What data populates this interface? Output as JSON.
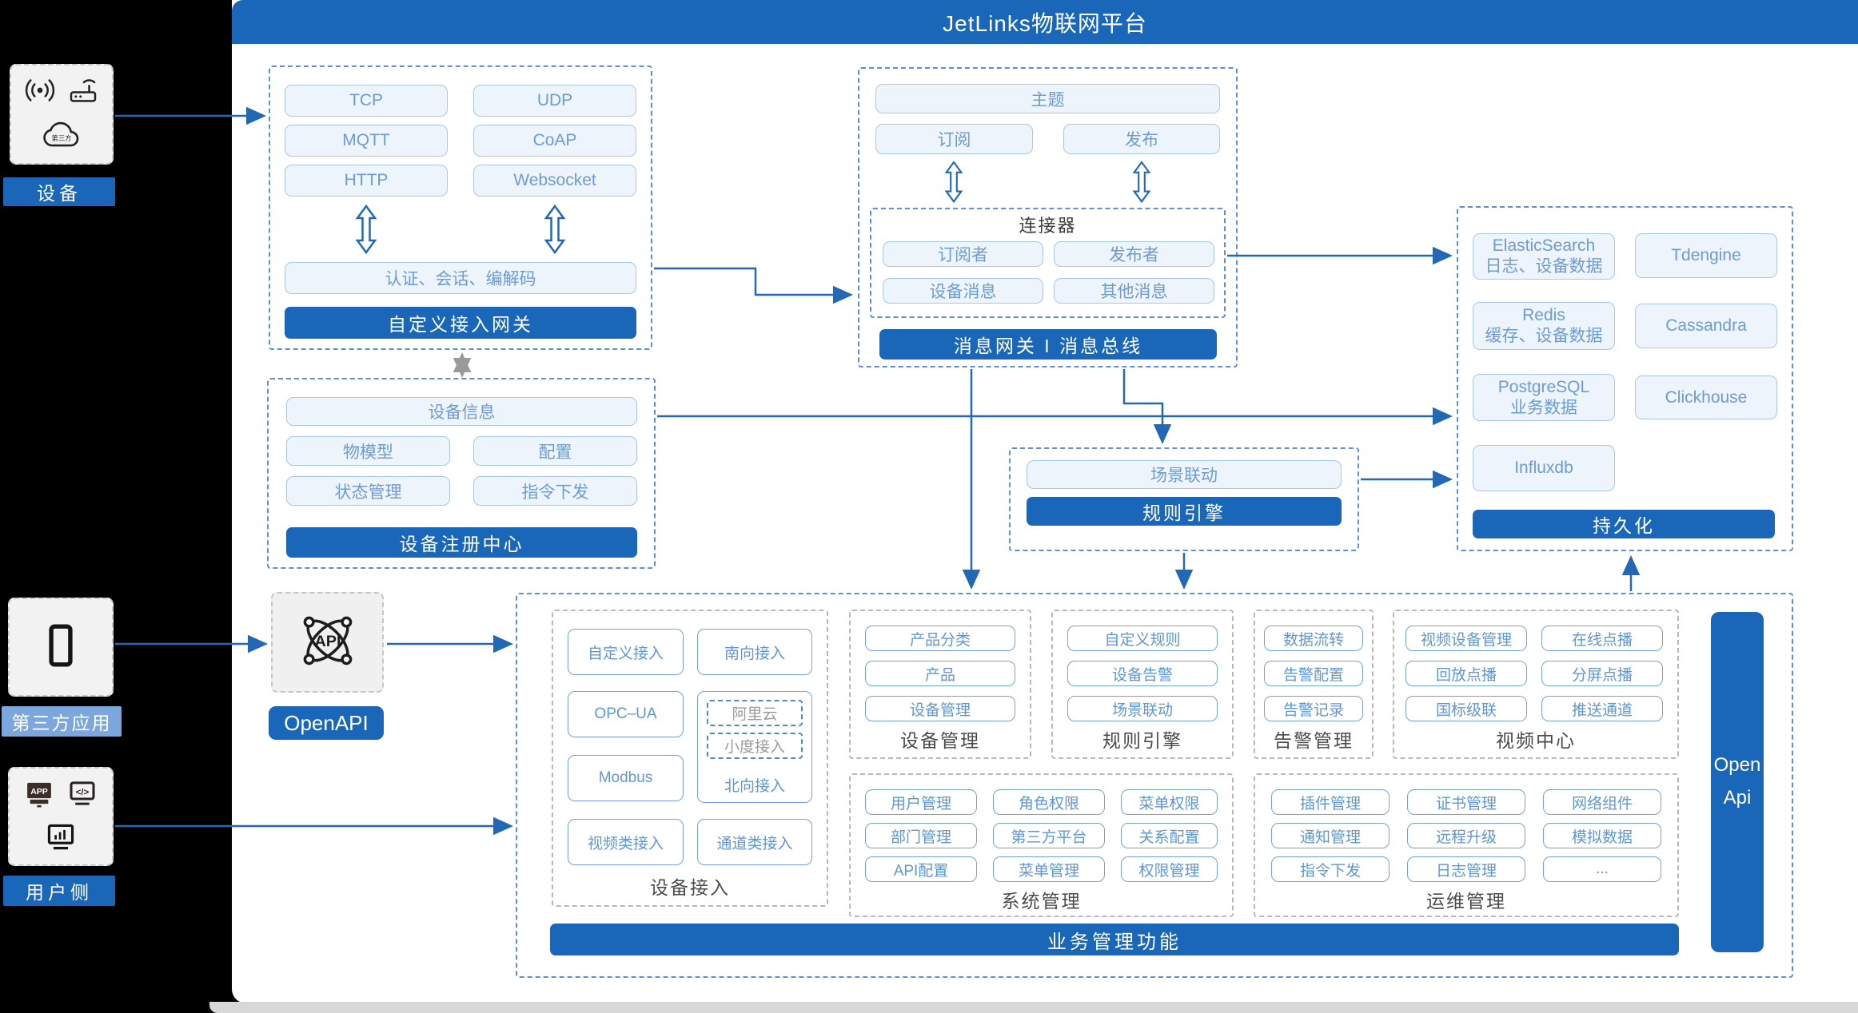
{
  "header": {
    "title": "JetLinks物联网平台"
  },
  "colors": {
    "primary": "#1A67B9",
    "light_label": "#7BA7DC",
    "pill_text": "#6D9BD5",
    "dash_blue": "#5E8FD0"
  },
  "sidebar": {
    "device": {
      "label": "设备",
      "cloud_text": "第三方"
    },
    "third_party": {
      "label": "第三方应用"
    },
    "user": {
      "label": "用户侧",
      "app_text": "APP",
      "code_text": "</>"
    }
  },
  "protocol_gateway": {
    "items": [
      "TCP",
      "UDP",
      "MQTT",
      "CoAP",
      "HTTP",
      "Websocket"
    ],
    "session": "认证、会话、编解码",
    "bar": "自定义接入网关"
  },
  "registry": {
    "info": "设备信息",
    "items": [
      "物模型",
      "配置",
      "状态管理",
      "指令下发"
    ],
    "bar": "设备注册中心"
  },
  "message_gateway": {
    "topic": "主题",
    "subscribe": "订阅",
    "publish": "发布",
    "connector": {
      "title": "连接器",
      "items": [
        "订阅者",
        "发布者",
        "设备消息",
        "其他消息"
      ]
    },
    "bar": "消息网关 I 消息总线"
  },
  "storage": {
    "left": [
      {
        "name": "ElasticSearch",
        "desc": "日志、设备数据"
      },
      {
        "name": "Redis",
        "desc": "缓存、设备数据"
      },
      {
        "name": "PostgreSQL",
        "desc": "业务数据"
      },
      {
        "name": "Influxdb",
        "desc": ""
      }
    ],
    "right": [
      "Tdengine",
      "Cassandra",
      "Clickhouse"
    ],
    "bar": "持久化"
  },
  "rule_engine": {
    "item": "场景联动",
    "bar": "规则引擎"
  },
  "openapi": {
    "label": "OpenAPI",
    "icon_text": "API"
  },
  "business": {
    "bar": "业务管理功能",
    "open_api": {
      "line1": "Open",
      "line2": "Api"
    },
    "device_access": {
      "label": "设备接入",
      "custom": "自定义接入",
      "south": "南向接入",
      "opcua": "OPC–UA",
      "modbus": "Modbus",
      "video": "视频类接入",
      "channel": "通道类接入",
      "north": {
        "label": "北向接入",
        "aliyun": "阿里云",
        "xiaodu": "小度接入"
      }
    },
    "device_mgmt": {
      "label": "设备管理",
      "items": [
        "产品分类",
        "产品",
        "设备管理"
      ]
    },
    "rule_engine": {
      "label": "规则引擎",
      "items": [
        "自定义规则",
        "设备告警",
        "场景联动"
      ]
    },
    "alarm": {
      "label": "告警管理",
      "items": [
        "数据流转",
        "告警配置",
        "告警记录"
      ]
    },
    "video": {
      "label": "视频中心",
      "items": [
        "视频设备管理",
        "在线点播",
        "回放点播",
        "分屏点播",
        "国标级联",
        "推送通道"
      ]
    },
    "system": {
      "label": "系统管理",
      "items": [
        "用户管理",
        "角色权限",
        "菜单权限",
        "部门管理",
        "第三方平台",
        "关系配置",
        "API配置",
        "菜单管理",
        "权限管理"
      ]
    },
    "ops": {
      "label": "运维管理",
      "items": [
        "插件管理",
        "证书管理",
        "网络组件",
        "通知管理",
        "远程升级",
        "模拟数据",
        "指令下发",
        "日志管理",
        "..."
      ]
    }
  }
}
